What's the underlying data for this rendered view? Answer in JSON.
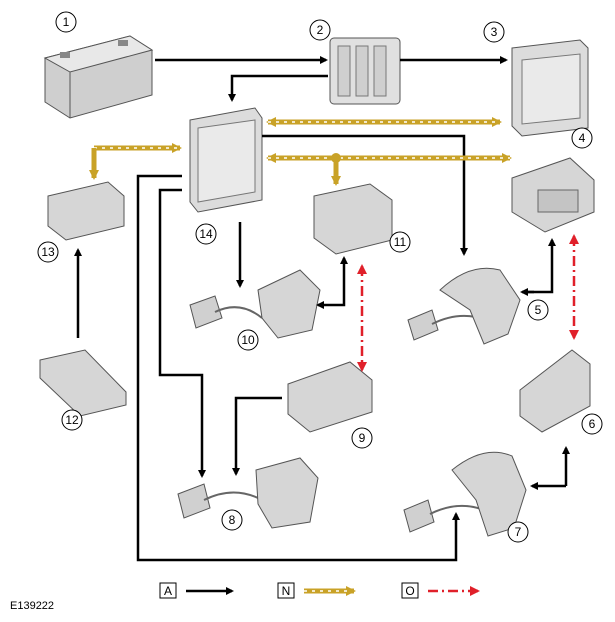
{
  "figure_code": "E139222",
  "component_numbers": [
    "1",
    "2",
    "3",
    "4",
    "5",
    "6",
    "7",
    "8",
    "9",
    "10",
    "11",
    "12",
    "13",
    "14"
  ],
  "legend": [
    {
      "letter": "A",
      "line_style": "solid",
      "color": "#000000"
    },
    {
      "letter": "N",
      "line_style": "dotted-band",
      "color": "#c9a227"
    },
    {
      "letter": "O",
      "line_style": "dash-dot",
      "color": "#e0202a"
    }
  ],
  "colors": {
    "wire": "#000000",
    "bus_n": "#c9a227",
    "bus_o": "#e0202a",
    "component_fill": "#dcdcdc",
    "component_stroke": "#555555"
  }
}
